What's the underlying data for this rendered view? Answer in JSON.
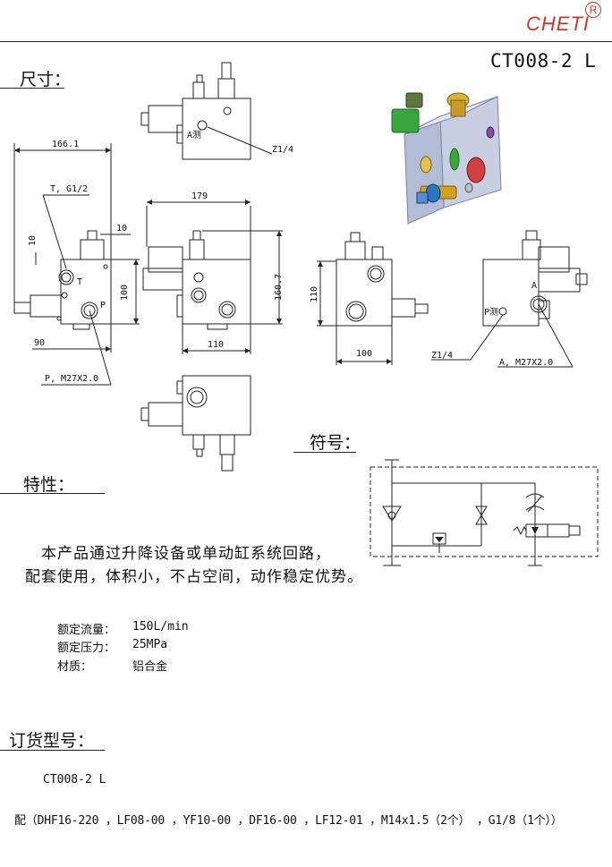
{
  "header": {
    "brand": "CHETI",
    "registered": "R",
    "model": "CT008-2 L"
  },
  "sections": {
    "dimensions": "尺寸：",
    "symbol": "符号：",
    "features": "特性：",
    "order": "订货型号："
  },
  "drawing": {
    "dims": {
      "w166": "166.1",
      "w179": "179",
      "w110a": "110",
      "w110b": "110",
      "w100a": "100",
      "w100b": "100",
      "w90": "90",
      "w10a": "10",
      "w10b": "10",
      "h160": "160.7"
    },
    "labels": {
      "a_test": "A测",
      "p_test": "P测",
      "z14_top": "Z1/4",
      "z14_right": "Z1/4",
      "t_port": "T, G1/2",
      "p_port": "P, M27X2.0",
      "a_port": "A, M27X2.0",
      "t": "T",
      "p": "P",
      "a": "A"
    }
  },
  "description": {
    "line1": "本产品通过升降设备或单动缸系统回路，",
    "line2": "配套使用，体积小，不占空间，动作稳定优势。"
  },
  "specs": [
    {
      "label": "额定流量：",
      "value": "150L/min"
    },
    {
      "label": "额定压力：",
      "value": "25MPa"
    },
    {
      "label": "材质：",
      "value": "铝合金"
    }
  ],
  "order": {
    "model": "CT008-2 L",
    "config": "配（DHF16-220 ，LF08-00 ，YF10-00 ，DF16-00 ，LF12-01 ，M14x1.5（2个） ，G1/8（1个））"
  },
  "colors": {
    "brand": "#d0342c",
    "line": "#222222",
    "render_body": "#cfd5e6",
    "render_coil": "#3aa53a",
    "render_valve": "#d4a020"
  }
}
